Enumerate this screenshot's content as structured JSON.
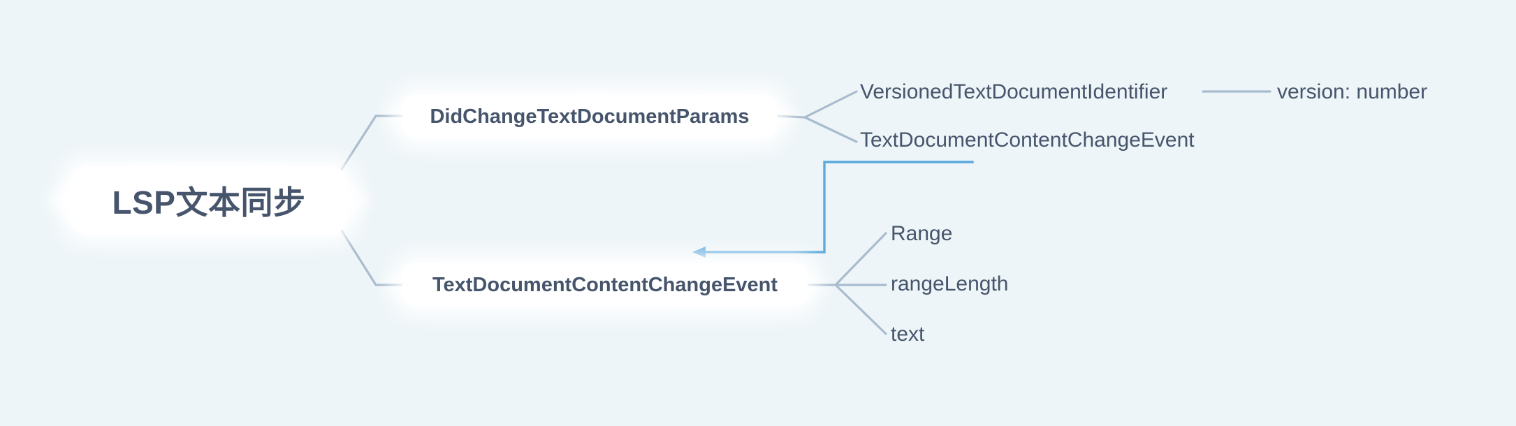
{
  "canvas": {
    "background_color": "#eef5f8",
    "node_fill": "#ffffff",
    "text_color": "#46556c",
    "edge_color": "#a9bccd",
    "arrow_color": "#5ba9dd"
  },
  "diagram": {
    "type": "mindmap",
    "title": "LSP文本同步",
    "root": {
      "label": "LSP文本同步",
      "style": "card"
    },
    "branches": [
      {
        "label": "DidChangeTextDocumentParams",
        "style": "card",
        "children": [
          {
            "label": "VersionedTextDocumentIdentifier",
            "style": "text",
            "children": [
              {
                "label": "version: number",
                "style": "text"
              }
            ]
          },
          {
            "label": "TextDocumentContentChangeEvent",
            "style": "text"
          }
        ]
      },
      {
        "label": "TextDocumentContentChangeEvent",
        "style": "card",
        "children": [
          {
            "label": "Range",
            "style": "text"
          },
          {
            "label": "rangeLength",
            "style": "text"
          },
          {
            "label": "text",
            "style": "text"
          }
        ]
      }
    ],
    "cross_link": {
      "from": "TextDocumentContentChangeEvent (leaf)",
      "to": "TextDocumentContentChangeEvent (branch)",
      "color": "#5ba9dd",
      "arrow": "left"
    }
  }
}
